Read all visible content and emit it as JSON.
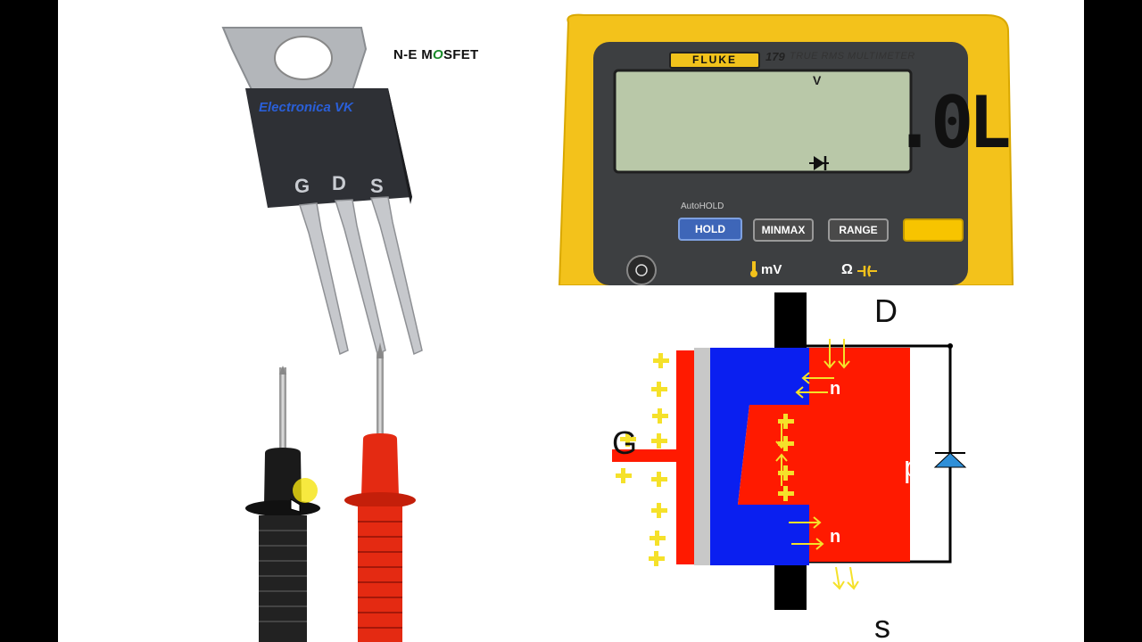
{
  "title": {
    "prefix": "N-E M",
    "slash": "O",
    "suffix": "SFET"
  },
  "transistor": {
    "brand": "Electronica VK",
    "pins": [
      "G",
      "D",
      "S"
    ]
  },
  "multimeter": {
    "brand": "FLUKE",
    "model": "179",
    "description": "TRUE RMS MULTIMETER",
    "unit": "V",
    "reading": ".0L",
    "mode_icon": "diode-icon",
    "autohold": "AutoHOLD",
    "buttons": [
      "HOLD",
      "MINMAX",
      "RANGE",
      ""
    ],
    "dial_labels": {
      "temp_mv": "mV",
      "ohm": "Ω"
    },
    "colors": {
      "body": "#f3c21b",
      "panel": "#3d3f41",
      "lcd": "#b9c8a8"
    }
  },
  "diagram": {
    "terminals": {
      "drain": "D",
      "gate": "G",
      "source": "s"
    },
    "regions": {
      "n_top": "n",
      "n_bottom": "n",
      "p": "p"
    },
    "colors": {
      "n": "#0a1ff0",
      "p": "#ff1a00",
      "gate": "#ff1a00",
      "oxide": "#c8c8c8",
      "charge": "#f5e12a",
      "diode": "#2f8fd8"
    }
  },
  "probes": {
    "black": "#1a1a1a",
    "red": "#e42a12"
  }
}
